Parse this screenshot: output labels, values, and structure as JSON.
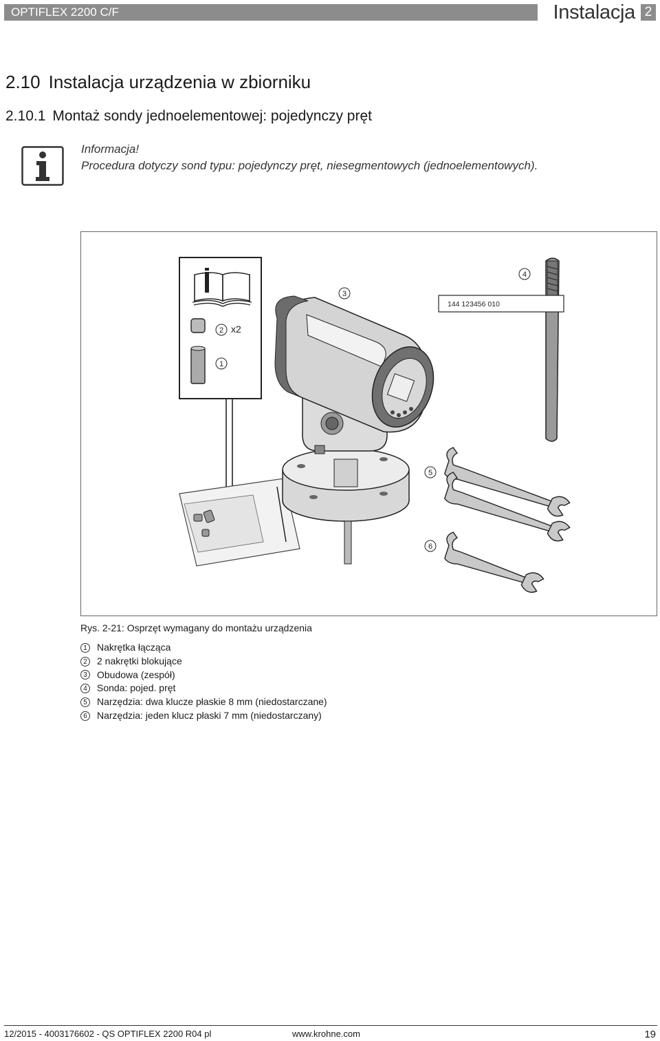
{
  "header": {
    "product": "OPTIFLEX 2200 C/F",
    "section_title": "Instalacja",
    "section_number": "2"
  },
  "section": {
    "number": "2.10",
    "title": "Instalacja urządzenia w zbiorniku"
  },
  "subsection": {
    "number": "2.10.1",
    "title": "Montaż sondy jednoelementowej: pojedynczy pręt"
  },
  "info": {
    "title": "Informacja!",
    "text": "Procedura dotyczy sond typu: pojedynczy pręt, niesegmentowych (jednoelementowych)."
  },
  "figure": {
    "serial_tag": "144 123456 010",
    "multiplier": "x2",
    "callouts": [
      "1",
      "2",
      "3",
      "4",
      "5",
      "6"
    ],
    "caption": "Rys. 2-21: Osprzęt wymagany do montażu urządzenia"
  },
  "legend": [
    {
      "n": "1",
      "text": "Nakrętka łącząca"
    },
    {
      "n": "2",
      "text": "2 nakrętki blokujące"
    },
    {
      "n": "3",
      "text": "Obudowa (zespół)"
    },
    {
      "n": "4",
      "text": "Sonda: pojed. pręt"
    },
    {
      "n": "5",
      "text": "Narzędzia: dwa klucze płaskie 8 mm (niedostarczane)"
    },
    {
      "n": "6",
      "text": "Narzędzia: jeden klucz płaski 7 mm (niedostarczany)"
    }
  ],
  "footer": {
    "doc_ref": "12/2015 - 4003176602 - QS OPTIFLEX 2200 R04 pl",
    "url": "www.krohne.com",
    "page": "19"
  }
}
